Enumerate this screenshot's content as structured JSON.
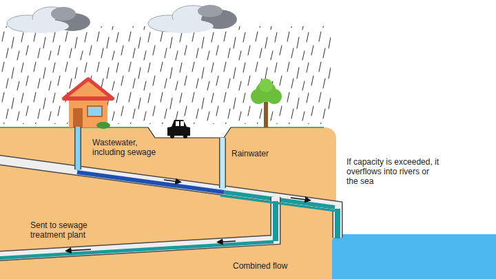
{
  "diagram": {
    "labels": [
      "Wastewater, including sewage",
      "Rainwater",
      "If capacity is exceeded, it overflows into rivers or the sea",
      "Sent to sewage treatment plant",
      "Combined flow"
    ]
  }
}
